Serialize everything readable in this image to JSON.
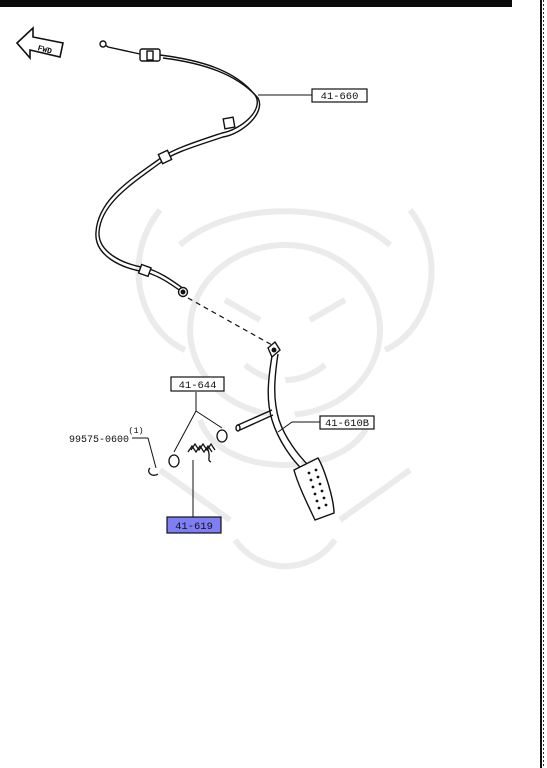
{
  "diagram": {
    "direction_arrow": {
      "label": "FWD"
    },
    "callouts": [
      {
        "id": "cable",
        "label": "41-660",
        "highlighted": false
      },
      {
        "id": "spring-bushings",
        "label": "41-644",
        "highlighted": false
      },
      {
        "id": "pedal",
        "label": "41-610B",
        "highlighted": false
      },
      {
        "id": "spring",
        "label": "41-619",
        "highlighted": true
      }
    ],
    "loose_part": {
      "quantity": "(1)",
      "part_number": "99575-0600"
    }
  },
  "colors": {
    "line": "#111111",
    "highlight": "#7f7ff5",
    "watermark": "#ebebeb"
  }
}
